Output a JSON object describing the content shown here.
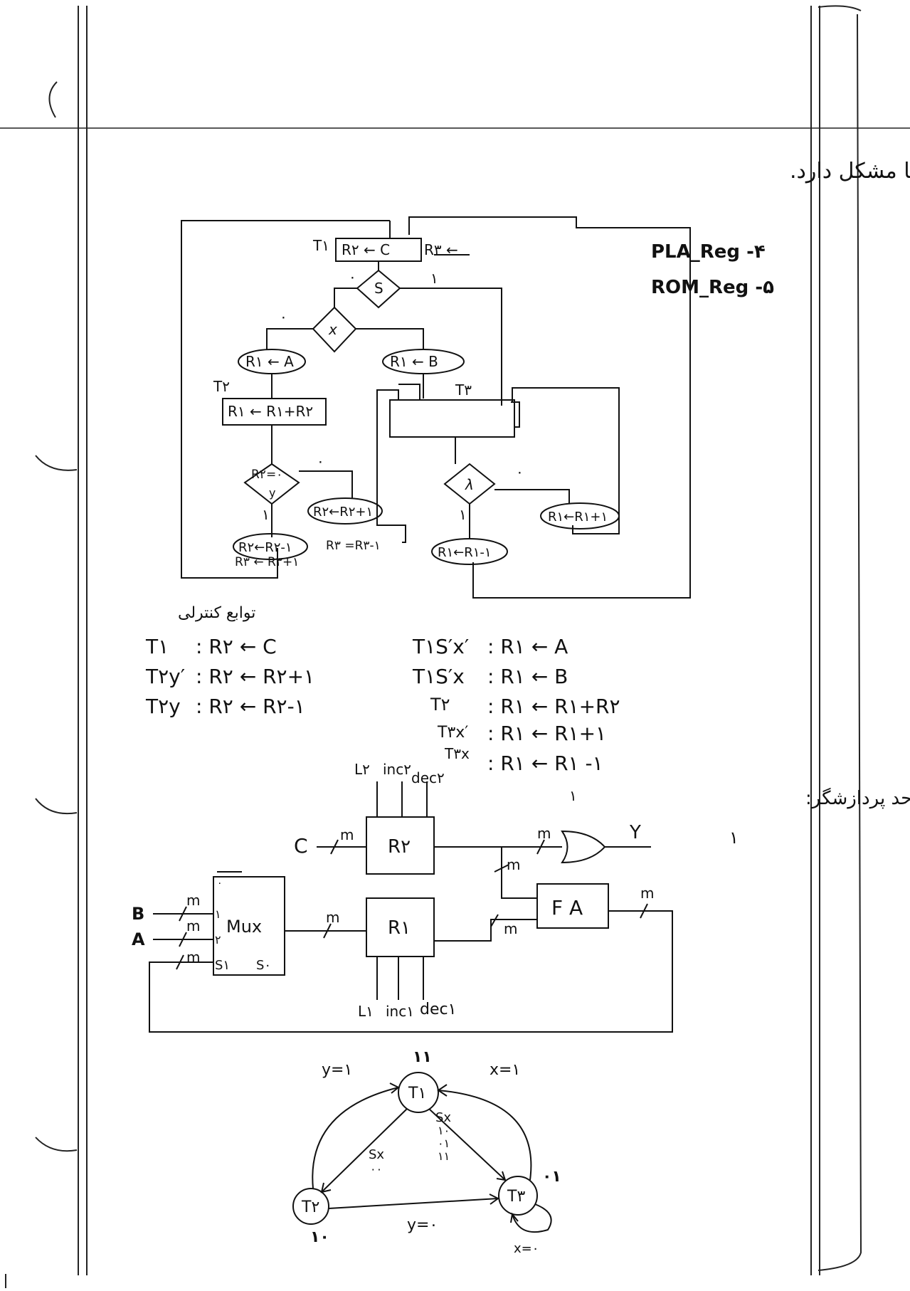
{
  "header": {
    "persian_note": "درغیراینصورت ASM چارت ناقص بوده یا مشکل دارد."
  },
  "side_list": {
    "item4": "PLA_Reg -۴",
    "item5": "ROM_Reg -۵"
  },
  "asm_chart": {
    "t1_label": "T۱",
    "t1_box": "R۲ ← C",
    "t1_side": "R۳ ←",
    "s_decision": "S",
    "s_zero": "۰",
    "s_one": "۱",
    "x_decision": "x",
    "x_zero": "۰",
    "r1_a": "R۱ ← A",
    "r1_b": "R۱ ← B",
    "t2_label": "T۲",
    "t2_box": "R۱ ← R۱+R۲",
    "t3_label": "T۳",
    "y_decision": "R۲=۰",
    "y_var": "y",
    "y_zero": "۰",
    "y_one": "۱",
    "r2_inc": "R۲←R۲+۱",
    "r2_dec": "R۲←R۲-۱",
    "r3_dec": "R۳ =R۳-۱",
    "r3_inc": "R۳ ← R۳+۱",
    "lambda_decision": "λ",
    "lambda_zero": "۰",
    "lambda_one": "۱",
    "r1_inc": "R۱←R۱+۱",
    "r1_dec": "R۱←R۱-۱"
  },
  "control": {
    "title": "توابع کنترلی",
    "left": [
      {
        "cond": "T۱",
        "op": ": R۲ ← C"
      },
      {
        "cond": "T۲y′",
        "op": ": R۲ ← R۲+۱"
      },
      {
        "cond": "T۲y",
        "op": ": R۲ ← R۲-۱"
      }
    ],
    "right": [
      {
        "cond": "T۱S′x′",
        "op": ": R۱ ← A"
      },
      {
        "cond": "T۱S′x",
        "op": ": R۱ ← B"
      },
      {
        "cond": "T۲",
        "op": ": R۱ ← R۱+R۲"
      },
      {
        "cond": "T۳x′",
        "op": ": R۱ ← R۱+۱"
      },
      {
        "cond": "T۳x",
        "op": ": R۱ ← R۱ -۱"
      }
    ]
  },
  "datapath": {
    "title": "واحد پردازشگر:",
    "title_num": "۱",
    "or_num": "۱",
    "r2_label": "R۲",
    "r1_label": "R۱",
    "fa_label": "F A",
    "mux_label": "Mux",
    "mux_in1": "۱",
    "mux_in2": "۲",
    "mux_s1": "S۱",
    "mux_s0": "S۰",
    "mux_top": "۰",
    "in_b": "B",
    "in_a": "A",
    "in_c": "C",
    "width": "m",
    "out_y": "Y",
    "r2_ctrl": [
      "L۲",
      "inc۲",
      "dec۲"
    ],
    "r1_ctrl": [
      "L۱",
      "inc۱",
      "dec۱"
    ]
  },
  "state_diagram": {
    "t1": "T۱",
    "t2": "T۲",
    "t3": "T۳",
    "t1_code": "۱۱",
    "t2_code": "۱۰",
    "t3_code": "۰۱",
    "y1": "y=۱",
    "x1": "x=۱",
    "y0": "y=۰",
    "x0": "x=۰",
    "sx_left_head": "Sx",
    "sx_left_vals": "۰۰",
    "sx_right_head": "Sx",
    "sx_right_vals1": "۱۰",
    "sx_right_vals2": "۰۱",
    "sx_right_vals3": "۱۱"
  }
}
